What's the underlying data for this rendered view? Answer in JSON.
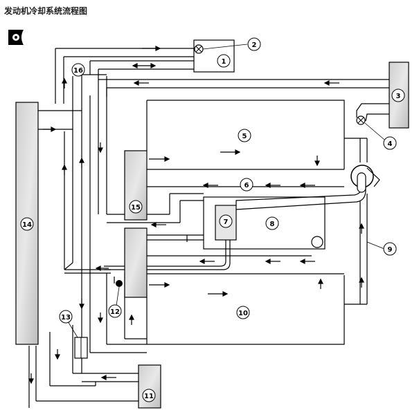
{
  "title": "发动机冷却系统流程图",
  "colors": {
    "line": "#000000",
    "component_fill": "#d9d9d9",
    "circle_fill": "#ffffff"
  },
  "icons": {
    "corner_badge": "camera-icon"
  },
  "labels": [
    "1",
    "2",
    "3",
    "4",
    "5",
    "6",
    "7",
    "8",
    "9",
    "10",
    "11",
    "12",
    "13",
    "14",
    "15",
    "16"
  ]
}
